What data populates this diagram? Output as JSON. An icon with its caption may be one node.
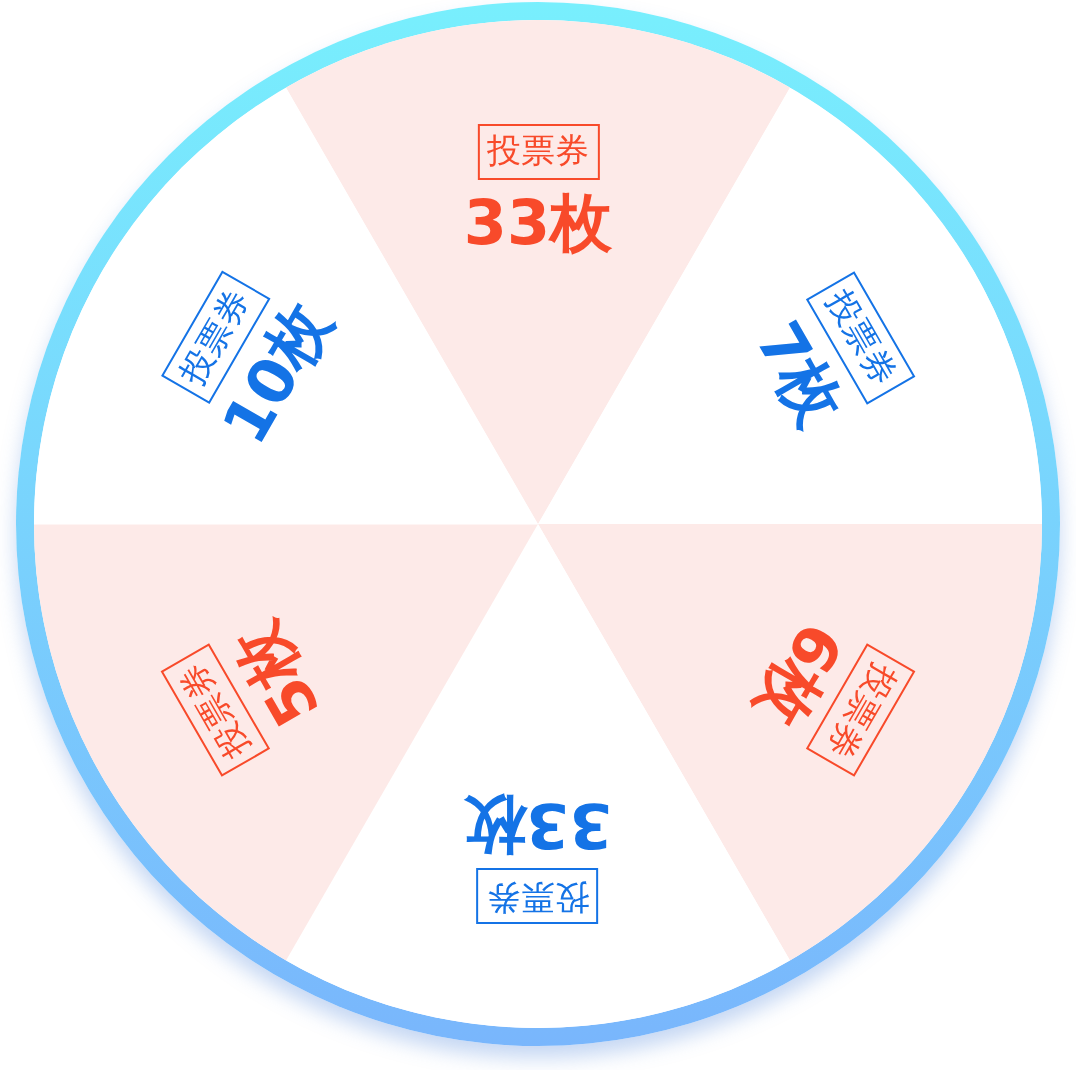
{
  "diagram": {
    "nodes": [
      {
        "text": [],
        "shape": "circle"
      },
      {
        "text": [
          "投票券",
          "33枚"
        ],
        "in": 0
      },
      {
        "text": [
          "投票券",
          "7枚"
        ],
        "in": 0
      },
      {
        "text": [
          "投票券",
          "6枚"
        ],
        "in": 0
      },
      {
        "text": [
          "投票券",
          "33枚"
        ],
        "in": 0
      },
      {
        "text": [
          "投票券",
          "5枚"
        ],
        "in": 0
      },
      {
        "text": [
          "投票券",
          "10枚"
        ],
        "in": 0
      }
    ]
  }
}
